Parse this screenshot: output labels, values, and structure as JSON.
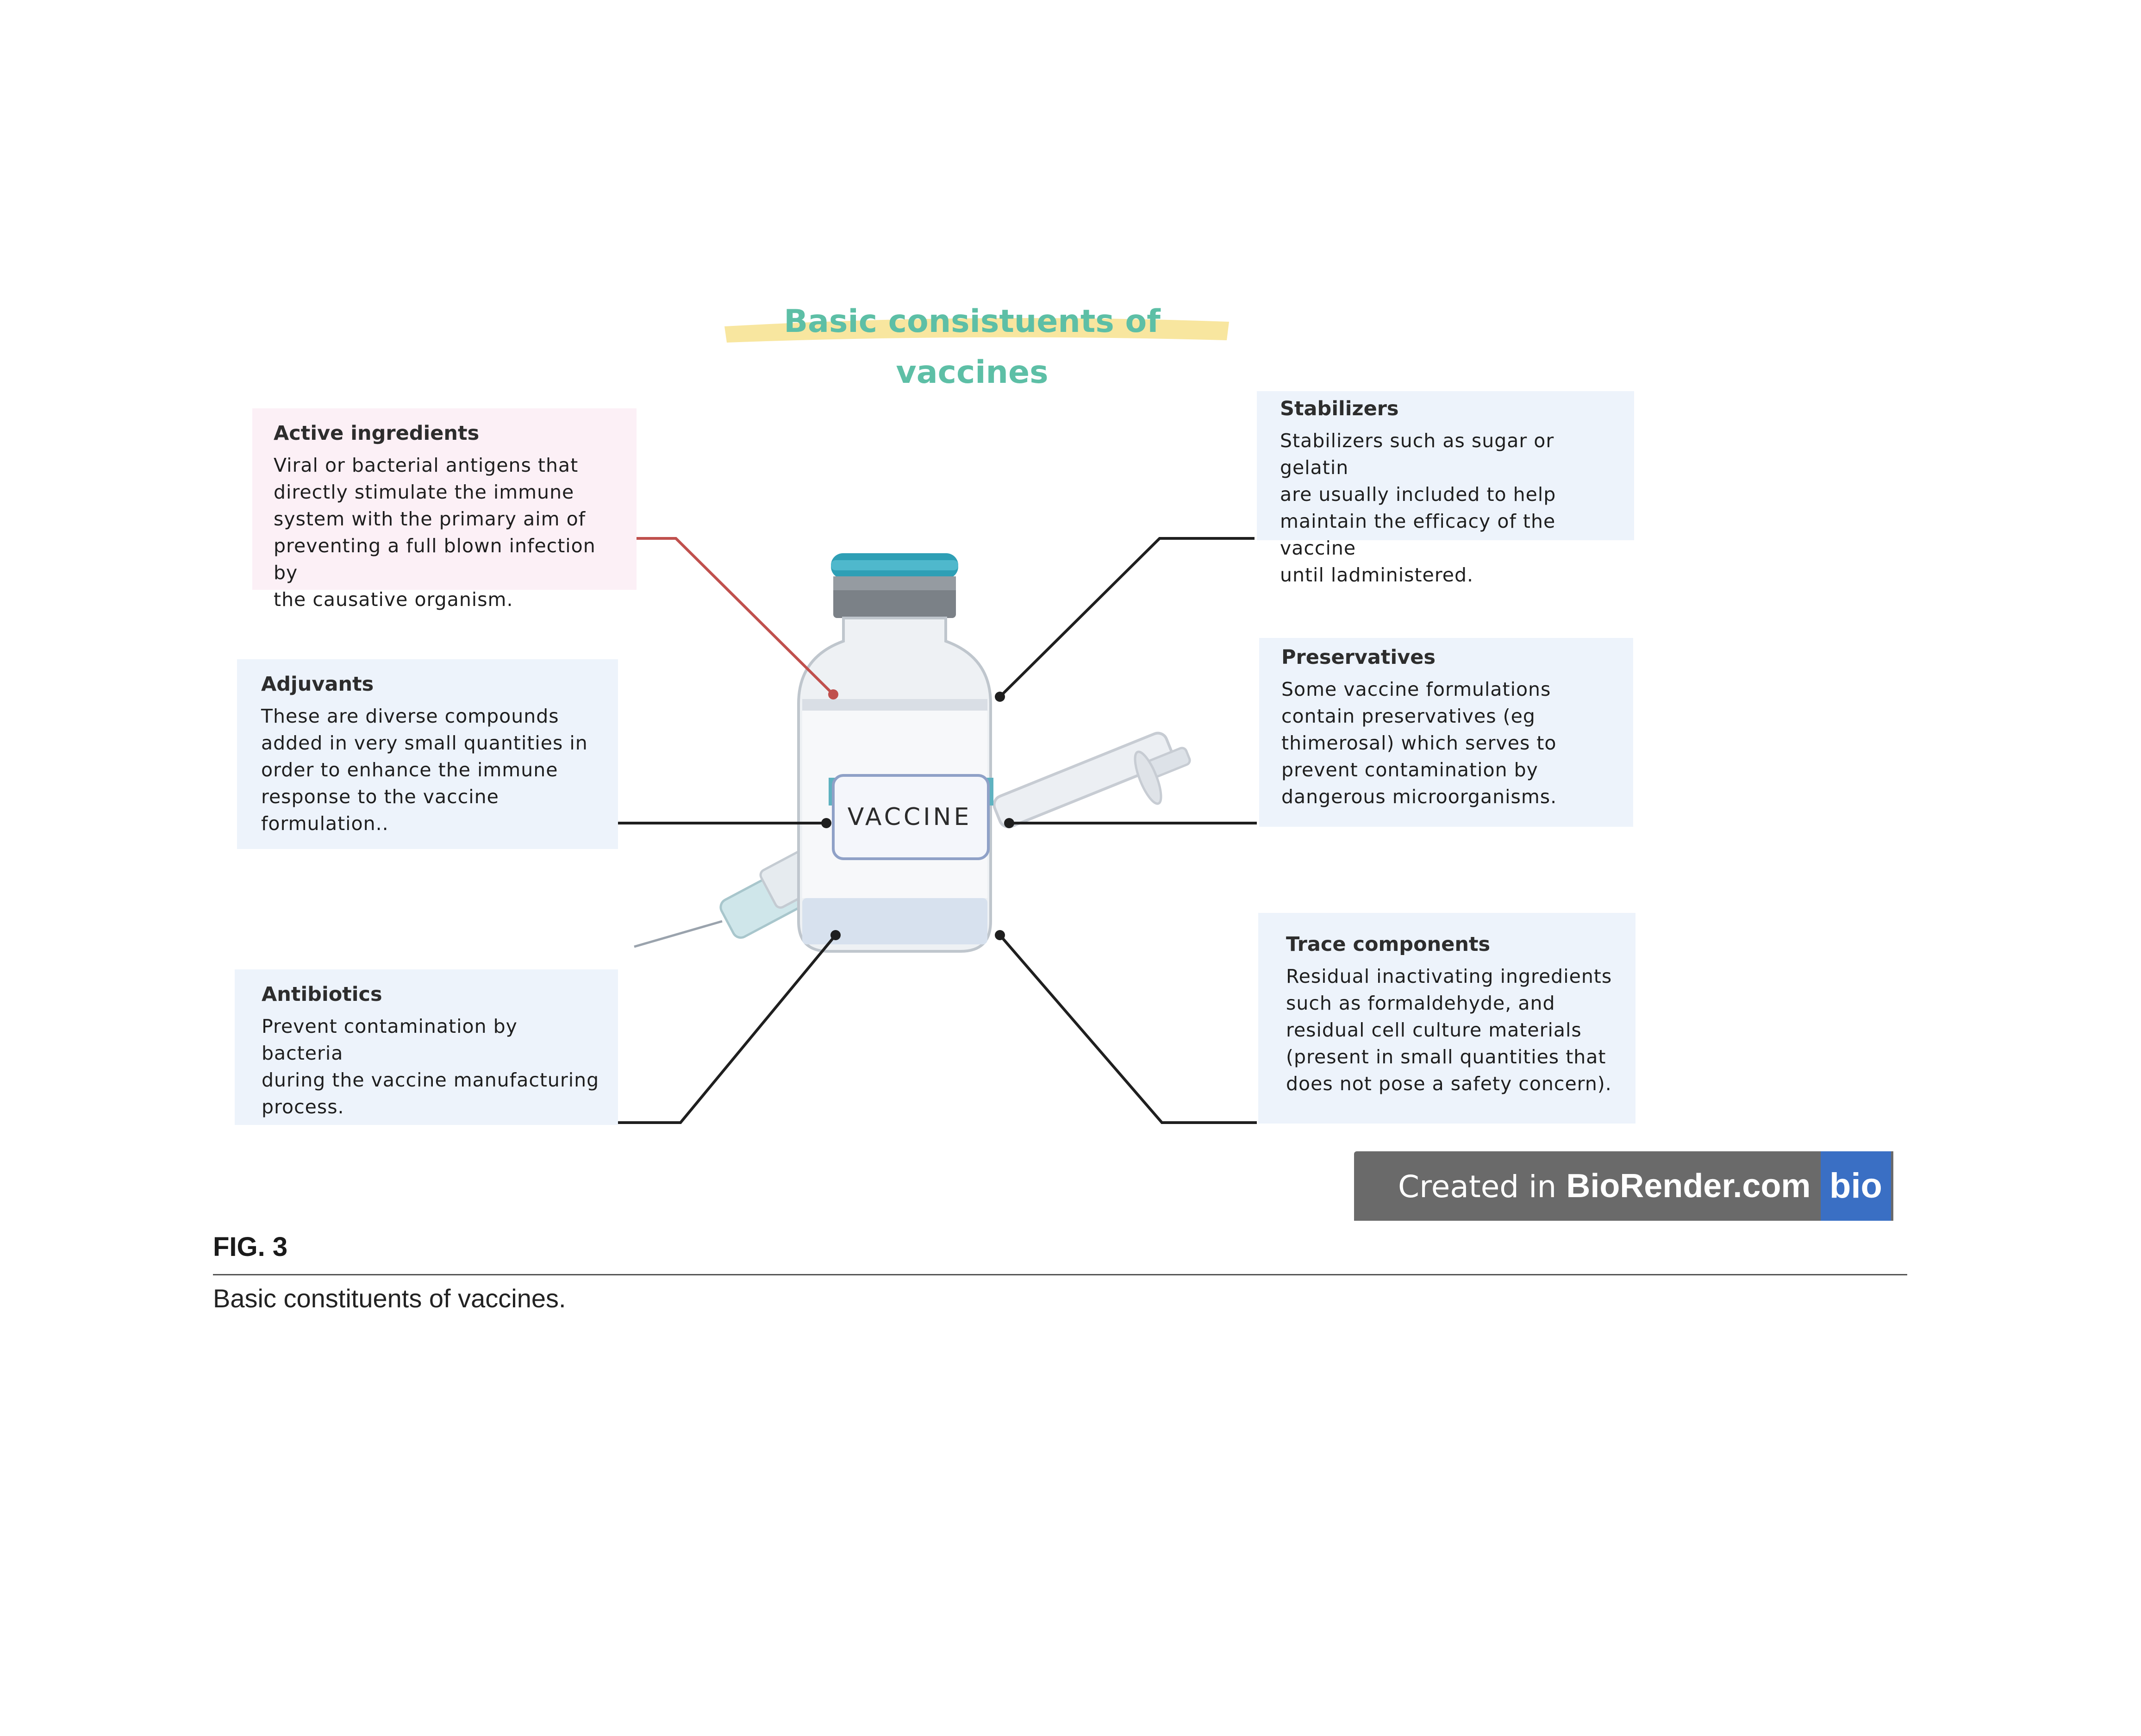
{
  "diagram": {
    "title": "Basic consistuents of vaccines",
    "vial_label": "VACCINE",
    "boxes": {
      "active": {
        "heading": "Active ingredients",
        "lines": [
          "Viral or bacterial antigens that",
          "directly stimulate the immune",
          "system with the primary aim of",
          "preventing a full blown infection by",
          "the causative organism."
        ]
      },
      "adjuvants": {
        "heading": "Adjuvants",
        "lines": [
          "These are diverse compounds",
          "added in very small quantities in",
          "order to enhance the immune",
          "response to the vaccine",
          "formulation.."
        ]
      },
      "antibiotics": {
        "heading": "Antibiotics",
        "lines": [
          "Prevent contamination by bacteria",
          "during the vaccine manufacturing",
          "process."
        ]
      },
      "stabilizers": {
        "heading": "Stabilizers",
        "lines": [
          "Stabilizers such as sugar or gelatin",
          "are usually included to help",
          "maintain the efficacy of the vaccine",
          "until ladministered."
        ]
      },
      "preservatives": {
        "heading": "Preservatives",
        "lines": [
          "Some vaccine formulations",
          "contain preservatives (eg",
          "thimerosal) which serves to",
          "prevent contamination by",
          "dangerous microorganisms."
        ]
      },
      "trace": {
        "heading": "Trace components",
        "lines": [
          "Residual inactivating ingredients",
          "such as formaldehyde, and",
          "residual cell culture materials",
          "(present in small quantities that",
          "does not pose a safety concern)."
        ]
      }
    },
    "watermark": {
      "prefix": "Created in ",
      "brand": "BioRender.com",
      "logo": "bio"
    }
  },
  "figure": {
    "label": "FIG. 3",
    "caption": "Basic constituents of vaccines."
  },
  "colors": {
    "title": "#5dbfa6",
    "highlight": "#f5d96b",
    "box_blue": "#edf3fb",
    "box_pink": "#fcf0f6",
    "active_connector": "#c0504d",
    "connector": "#1f1f1f",
    "vial_cap": "#2e9fb5",
    "watermark_bg": "#6a6a6a",
    "bio_logo_bg": "#3a6fc4"
  }
}
